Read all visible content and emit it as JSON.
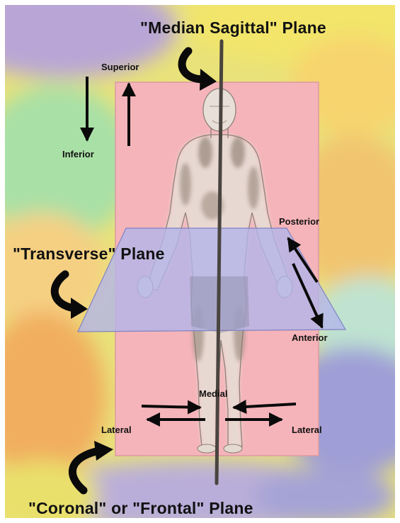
{
  "planes": {
    "median": "\"Median Sagittal\" Plane",
    "transverse": "\"Transverse\" Plane",
    "coronal": "\"Coronal\" or \"Frontal\" Plane"
  },
  "directions": {
    "superior": "Superior",
    "inferior": "Inferior",
    "posterior": "Posterior",
    "anterior": "Anterior",
    "medial": "Medial",
    "lateral_left": "Lateral",
    "lateral_right": "Lateral"
  },
  "colors": {
    "coronal_plane": "#f5b4b9",
    "transverse_plane": "#b4b6ea",
    "sagittal_line": "#4a4440",
    "figure_skin": "#e8e0d8",
    "arrow": "#0a0a0a"
  }
}
